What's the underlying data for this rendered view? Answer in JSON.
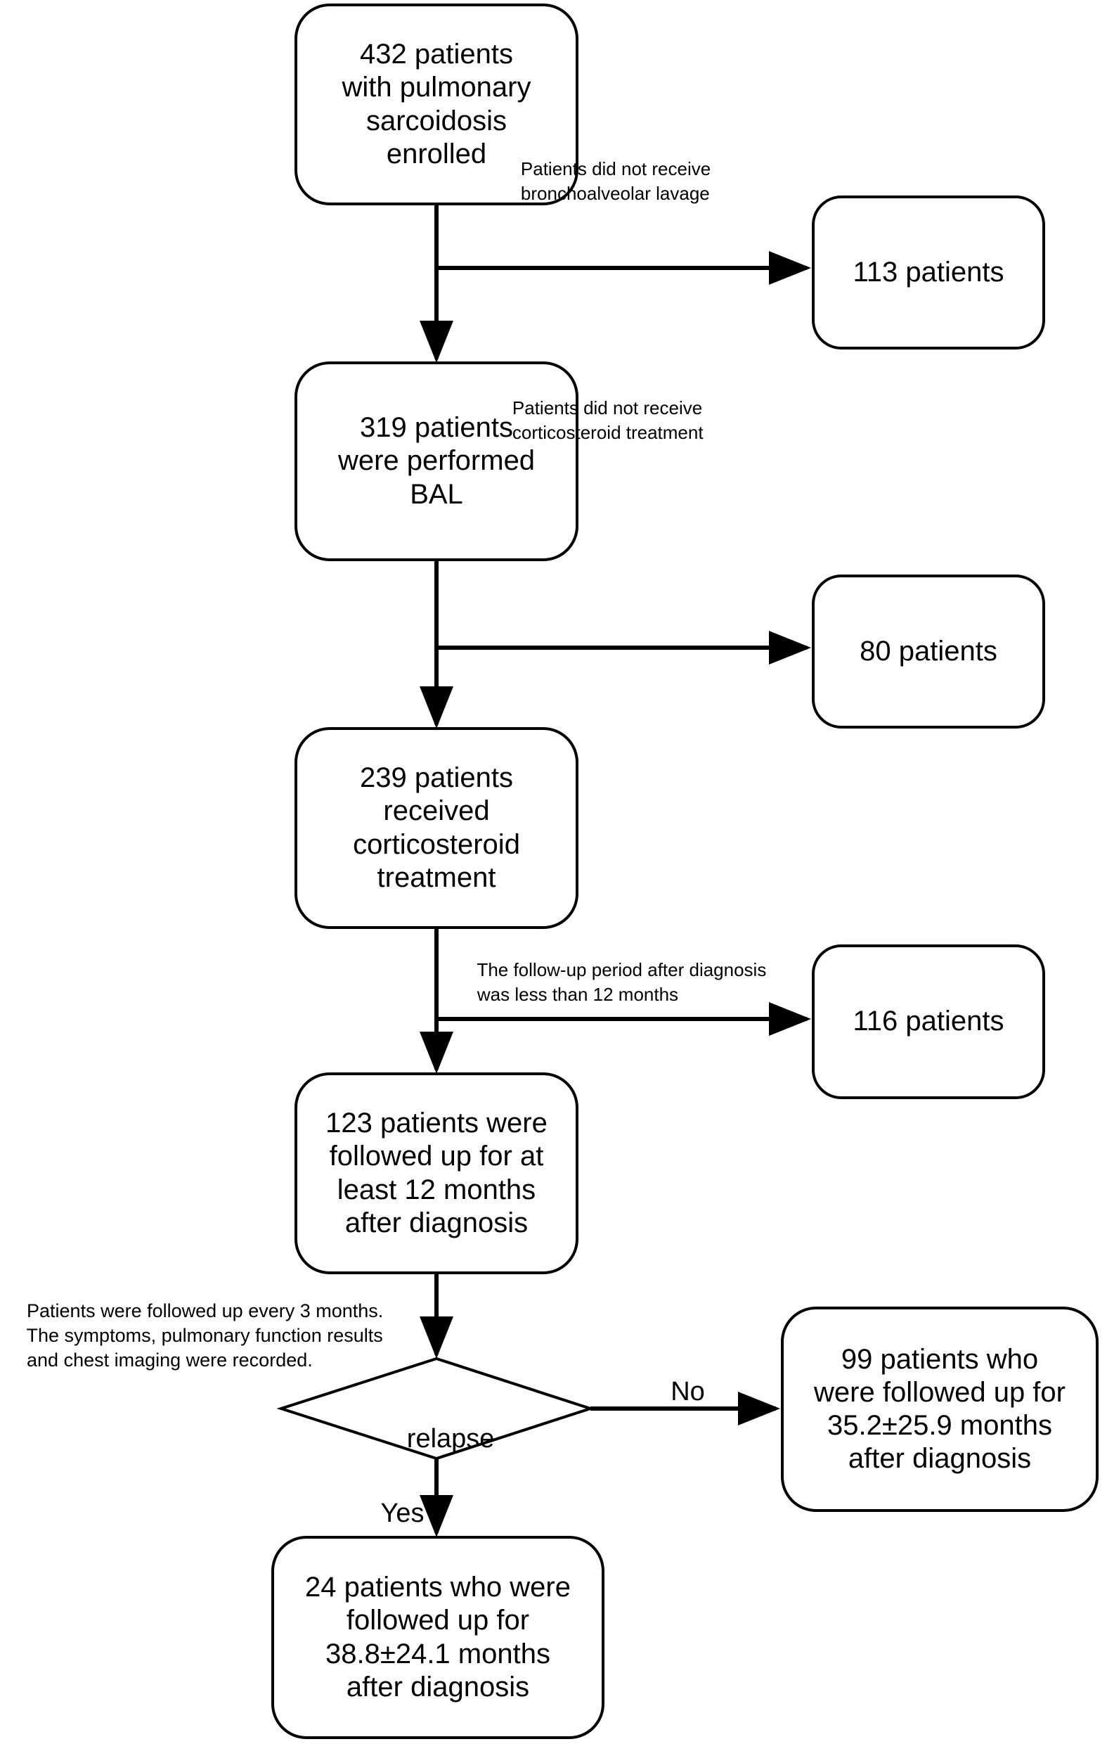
{
  "diagram": {
    "type": "flowchart",
    "title": "Patient enrollment and follow-up flow diagram",
    "colors": {
      "background": "#ffffff",
      "stroke": "#000000",
      "text": "#000000"
    },
    "nodes": {
      "enrolled": {
        "shape": "rounded-rectangle",
        "lines": [
          "432 patients",
          "with pulmonary",
          "sarcoidosis",
          "enrolled"
        ],
        "count": 432
      },
      "no_bal": {
        "shape": "rounded-rectangle",
        "lines": [
          "113 patients"
        ],
        "count": 113
      },
      "bal_performed": {
        "shape": "rounded-rectangle",
        "lines": [
          "319 patients",
          "were performed",
          "BAL"
        ],
        "count": 319
      },
      "no_corticosteroid": {
        "shape": "rounded-rectangle",
        "lines": [
          "80 patients"
        ],
        "count": 80
      },
      "received_corticosteroid": {
        "shape": "rounded-rectangle",
        "lines": [
          "239 patients",
          "received",
          "corticosteroid",
          "treatment"
        ],
        "count": 239
      },
      "short_followup": {
        "shape": "rounded-rectangle",
        "lines": [
          "116 patients"
        ],
        "count": 116
      },
      "followed_12_months": {
        "shape": "rounded-rectangle",
        "lines": [
          "123 patients were",
          "followed up for at",
          "least 12 months",
          "after diagnosis"
        ],
        "count": 123
      },
      "relapse_decision": {
        "shape": "diamond",
        "label": "relapse"
      },
      "no_relapse_outcome": {
        "shape": "rounded-rectangle",
        "lines": [
          "99 patients who",
          "were followed up for",
          "35.2±25.9 months",
          "after diagnosis"
        ],
        "count": 99,
        "followup_months_mean": 35.2,
        "followup_months_sd": 25.9
      },
      "relapse_outcome": {
        "shape": "rounded-rectangle",
        "lines": [
          "24 patients who were",
          "followed up for",
          "38.8±24.1 months",
          "after diagnosis"
        ],
        "count": 24,
        "followup_months_mean": 38.8,
        "followup_months_sd": 24.1
      }
    },
    "edge_labels": {
      "exclude_bal": [
        "Patients did not receive",
        "bronchoalveolar lavage"
      ],
      "exclude_corticosteroid": [
        "Patients did not receive",
        "corticosteroid treatment"
      ],
      "exclude_short_followup": [
        "The follow-up period after diagnosis",
        "was less than 12 months"
      ],
      "decision_no": "No",
      "decision_yes": "Yes"
    },
    "annotations": {
      "followup_note": [
        "Patients were followed up every 3 months.",
        "The symptoms, pulmonary function results",
        "and chest imaging were recorded."
      ]
    }
  }
}
